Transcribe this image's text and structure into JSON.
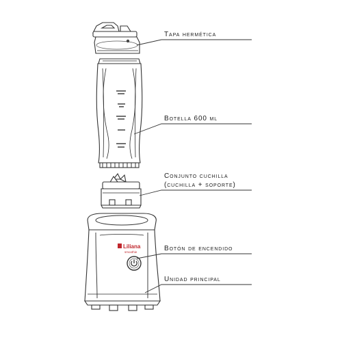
{
  "labels": {
    "lid": "Tapa hermética",
    "bottle": "Botella 600 ml",
    "blade_line1": "Conjunto cuchilla",
    "blade_line2": "(cuchilla + soporte)",
    "power": "Botón de encendido",
    "base": "Unidad principal"
  },
  "brand": {
    "name": "Liliana",
    "sub": "smoothie",
    "color": "#c0272d"
  },
  "icons": [
    "power-icon"
  ]
}
